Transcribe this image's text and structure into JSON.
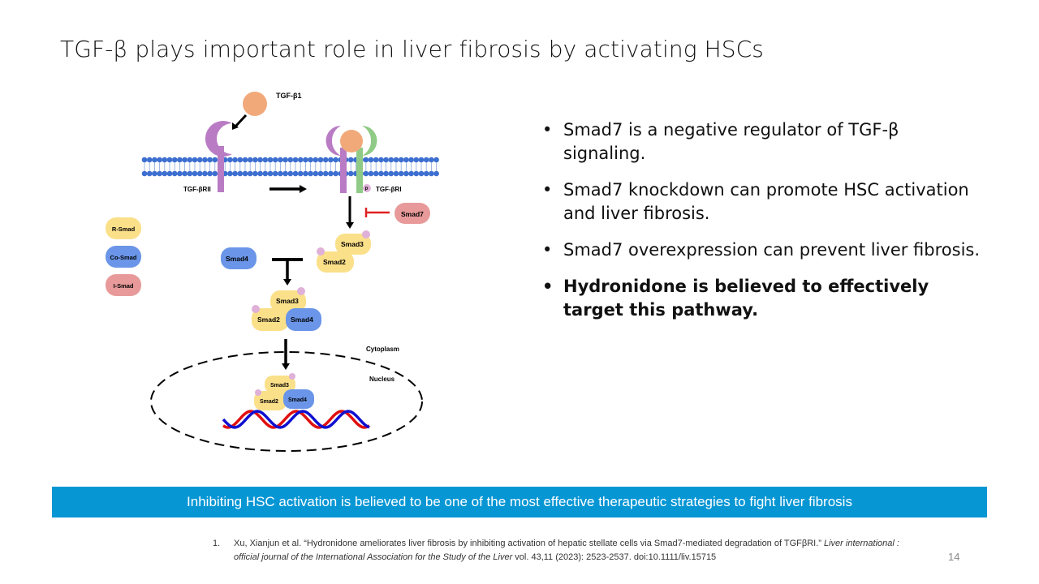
{
  "slide": {
    "title": "TGF-β plays important role in liver fibrosis by activating HSCs",
    "page_number": "14"
  },
  "diagram": {
    "labels": {
      "ligand": "TGF-β1",
      "receptor2": "TGF-βRII",
      "receptor1": "TGF-βRI",
      "cytoplasm": "Cytoplasm",
      "nucleus": "Nucleus",
      "phospho": "P",
      "smad7": "Smad7",
      "smad2": "Smad2",
      "smad3": "Smad3",
      "smad4": "Smad4"
    },
    "legend": [
      {
        "label": "R-Smad",
        "color": "#fbe08a"
      },
      {
        "label": "Co-Smad",
        "color": "#6a95e8"
      },
      {
        "label": "I-Smad",
        "color": "#e89a9a"
      }
    ],
    "colors": {
      "ligand": "#f2a97a",
      "receptor2": "#b97cc4",
      "receptor1": "#8fcb86",
      "membrane": "#3d6fd0",
      "phospho": "#dfb0d8",
      "inhibit": "#e02020",
      "dna_a": "#1010d0",
      "dna_b": "#e01010"
    }
  },
  "bullets": [
    {
      "text": "Smad7 is a negative regulator of TGF-β signaling.",
      "bold": false
    },
    {
      "text": "Smad7 knockdown can promote HSC activation and liver fibrosis.",
      "bold": false
    },
    {
      "text": "Smad7 overexpression can prevent liver fibrosis.",
      "bold": false
    },
    {
      "text": "Hydronidone is believed to effectively target this pathway.",
      "bold": true
    }
  ],
  "banner": {
    "text": "Inhibiting HSC activation is believed to be one of the most effective therapeutic strategies to fight liver fibrosis",
    "color": "#0796d4"
  },
  "reference": {
    "number": "1.",
    "text_plain": "Xu, Xianjun et al. “Hydronidone ameliorates liver fibrosis by inhibiting activation of hepatic stellate cells via Smad7-mediated degradation of TGFβRI.” ",
    "journal": "Liver international : official journal of the International Association for the Study of the Liver",
    "text_tail": " vol. 43,11 (2023): 2523-2537. doi:10.1111/liv.15715"
  }
}
